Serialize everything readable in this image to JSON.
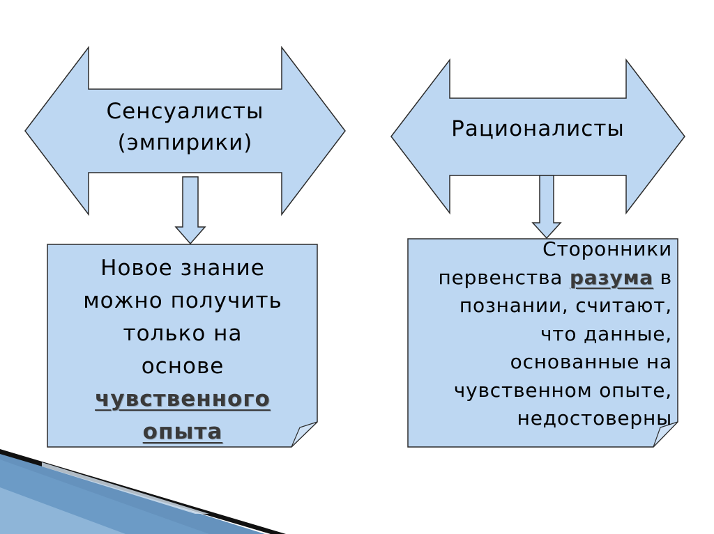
{
  "colors": {
    "shape_fill": "#bdd7f2",
    "shape_stroke": "#2c2c2c",
    "text": "#000000",
    "emphasis_text": "#3a3a3a",
    "decor_blue": "#4a7fb1"
  },
  "left": {
    "arrow_title_line1": "Сенсуалисты",
    "arrow_title_line2": "(эмпирики)",
    "note_line1": "Новое знание",
    "note_line2": "можно получить",
    "note_line3": "только на",
    "note_line4": "основе",
    "note_emphasis_line1": "чувственного",
    "note_emphasis_line2": "опыта"
  },
  "right": {
    "arrow_title": "Рационалисты",
    "note_line1": "Сторонники",
    "note_line2_before": "первенства ",
    "note_line2_emphasis": "разума",
    "note_line2_after": " в",
    "note_line3": "познании, считают,",
    "note_line4": "что данные,",
    "note_line5": "основанные на",
    "note_line6": "чувственном опыте,",
    "note_line7": "недостоверны"
  }
}
